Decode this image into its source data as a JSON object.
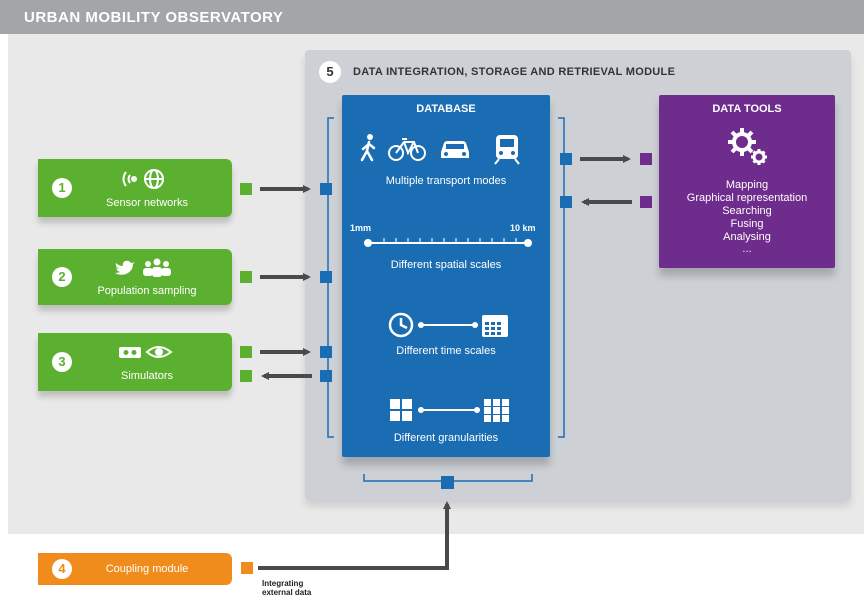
{
  "header": {
    "title": "URBAN MOBILITY OBSERVATORY"
  },
  "module": {
    "number": "5",
    "title": "DATA INTEGRATION, STORAGE AND RETRIEVAL MODULE"
  },
  "sources": [
    {
      "number": "1",
      "label": "Sensor networks",
      "icons": [
        "wireless-sensor-icon",
        "globe-icon"
      ]
    },
    {
      "number": "2",
      "label": "Population sampling",
      "icons": [
        "twitter-bird-icon",
        "people-group-icon"
      ]
    },
    {
      "number": "3",
      "label": "Simulators",
      "icons": [
        "vr-headset-icon",
        "eye-icon"
      ]
    }
  ],
  "database": {
    "title": "DATABASE",
    "transport_icons": [
      "walking-person-icon",
      "bicycle-icon",
      "car-icon",
      "train-icon"
    ],
    "transport_label": "Multiple transport modes",
    "scale_min": "1mm",
    "scale_max": "10 km",
    "spatial_label": "Different spatial scales",
    "time_label": "Different time scales",
    "granularity_label": "Different granularities"
  },
  "tools": {
    "title": "DATA TOOLS",
    "items": [
      "Mapping",
      "Graphical representation",
      "Searching",
      "Fusing",
      "Analysing",
      "..."
    ]
  },
  "coupling": {
    "number": "4",
    "label": "Coupling module",
    "external_line1": "Integrating",
    "external_line2": "external data"
  },
  "colors": {
    "green": "#5cb030",
    "blue": "#1b6db3",
    "purple": "#6e2c8c",
    "orange": "#ef8c1b",
    "arrow": "#4a4a4a",
    "header": "#a3a5a8"
  }
}
